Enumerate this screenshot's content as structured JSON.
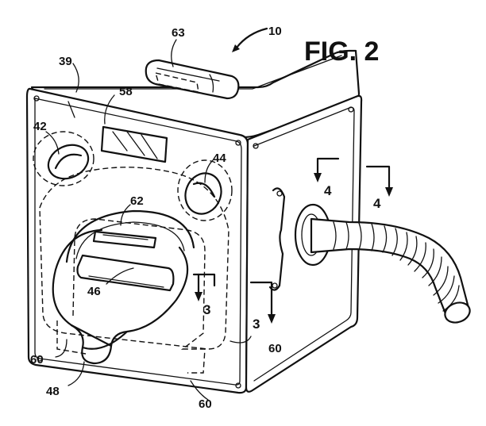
{
  "figure": {
    "title": "FIG. 2"
  },
  "labels": {
    "l10": "10",
    "l63": "63",
    "l39": "39",
    "l58": "58",
    "l42": "42",
    "l44": "44",
    "l62": "62",
    "l46": "46",
    "l60a": "60",
    "l60b": "60",
    "l60c": "60",
    "l48": "48",
    "l3a": "3",
    "l3b": "3",
    "l4a": "4",
    "l4b": "4"
  }
}
